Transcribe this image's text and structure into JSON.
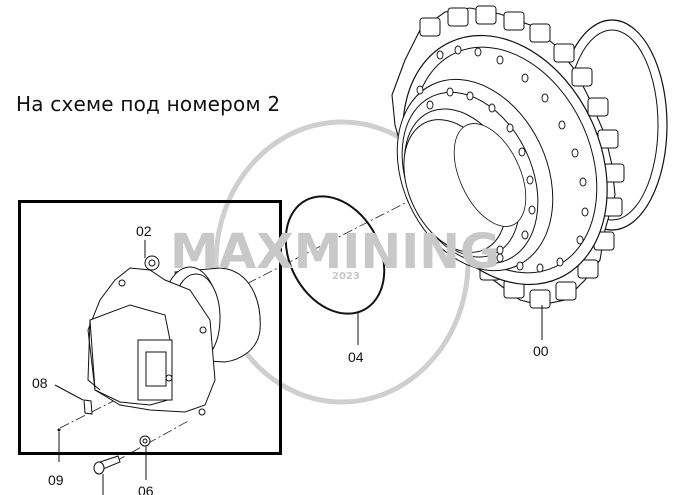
{
  "caption": "На схеме под номером 2",
  "watermark": {
    "brand": "MAXMINING",
    "year": "2023",
    "color": "#c8c8c8"
  },
  "highlight_box": {
    "color": "#000000",
    "contains_part": "02"
  },
  "parts": [
    {
      "id": "00",
      "description": "sprocket"
    },
    {
      "id": "02",
      "description": "travel motor"
    },
    {
      "id": "04",
      "description": "o-ring"
    },
    {
      "id": "06",
      "description": "washer"
    },
    {
      "id": "08",
      "description": "plate"
    },
    {
      "id": "09",
      "description": "rivet"
    }
  ],
  "labels": {
    "p00": "00",
    "p02": "02",
    "p04": "04",
    "p06": "06",
    "p08": "08",
    "p09": "09"
  }
}
